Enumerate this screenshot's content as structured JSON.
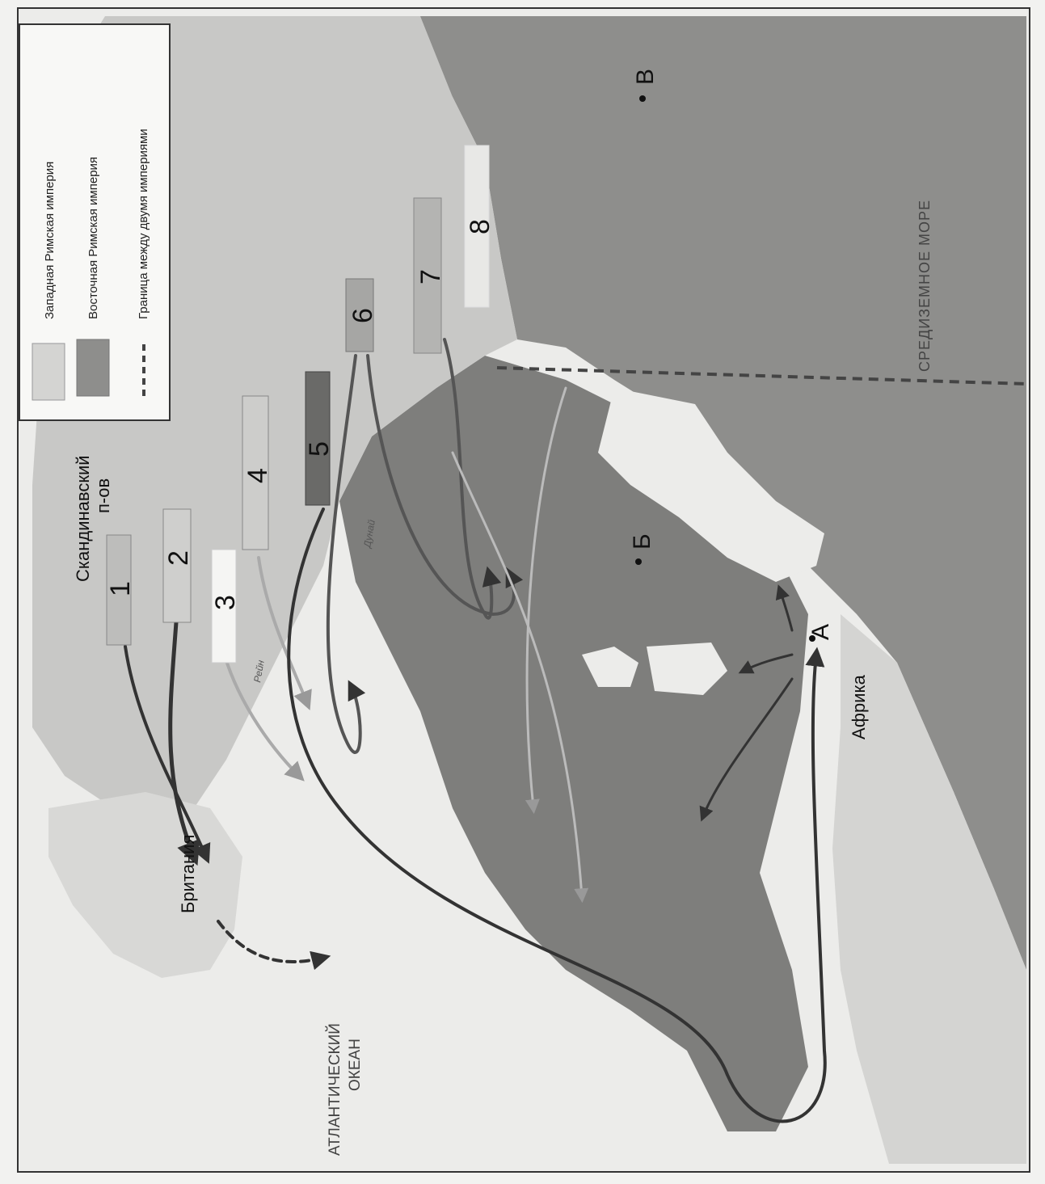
{
  "legend": {
    "western_empire": "Западная Римская империя",
    "eastern_empire": "Восточная Римская империя",
    "border": "Граница между двумя империями"
  },
  "labels": {
    "scandinavia_line1": "Скандинавский",
    "scandinavia_line2": "п-ов",
    "britain": "Британия",
    "atlantic_line1": "АТЛАНТИЧЕСКИЙ",
    "atlantic_line2": "ОКЕАН",
    "africa": "Африка",
    "mediterranean": "СРЕДИЗЕМНОЕ МОРЕ",
    "rhine": "Рейн",
    "danube": "Дунай"
  },
  "tribes": [
    "1",
    "2",
    "3",
    "4",
    "5",
    "6",
    "7",
    "8"
  ],
  "points": {
    "a": "А",
    "b": "Б",
    "v": "В"
  },
  "colors": {
    "western_fill": "#d4d4d2",
    "eastern_fill": "#8e8e8c",
    "border_line": "#444444",
    "sea": "#ececea"
  }
}
